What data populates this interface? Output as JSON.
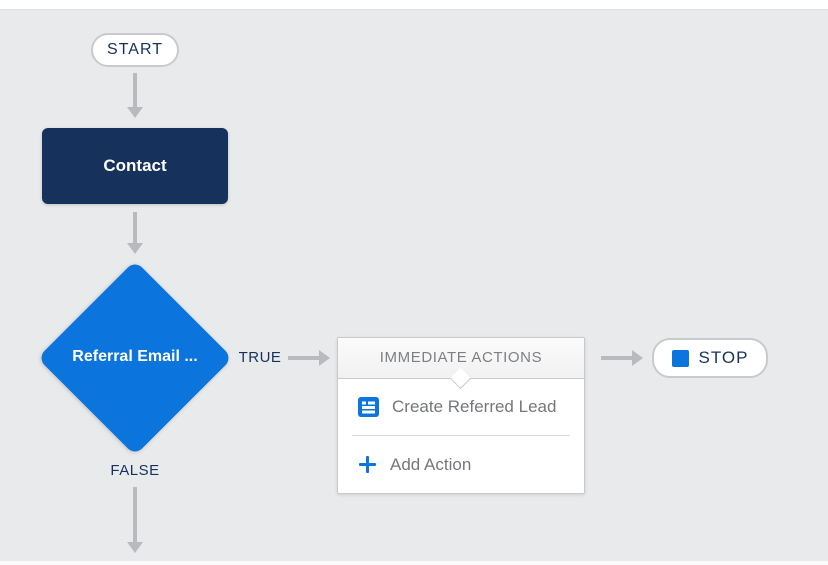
{
  "canvas": {
    "background_color": "#e9eaec",
    "accent_blue": "#0b74dd",
    "navy": "#16325c",
    "arrow_gray": "#b8babd"
  },
  "nodes": {
    "start": {
      "label": "START"
    },
    "contact": {
      "label": "Contact"
    },
    "decision": {
      "label": "Referral Email ..."
    },
    "true_branch": {
      "label": "TRUE"
    },
    "false_branch": {
      "label": "FALSE"
    },
    "actions": {
      "header": "IMMEDIATE ACTIONS",
      "items": [
        {
          "label": "Create Referred Lead",
          "icon": "record-create-icon"
        }
      ],
      "add_action": {
        "label": "Add Action",
        "icon": "plus-icon"
      }
    },
    "stop": {
      "label": "STOP",
      "icon": "stop-square-icon"
    }
  }
}
